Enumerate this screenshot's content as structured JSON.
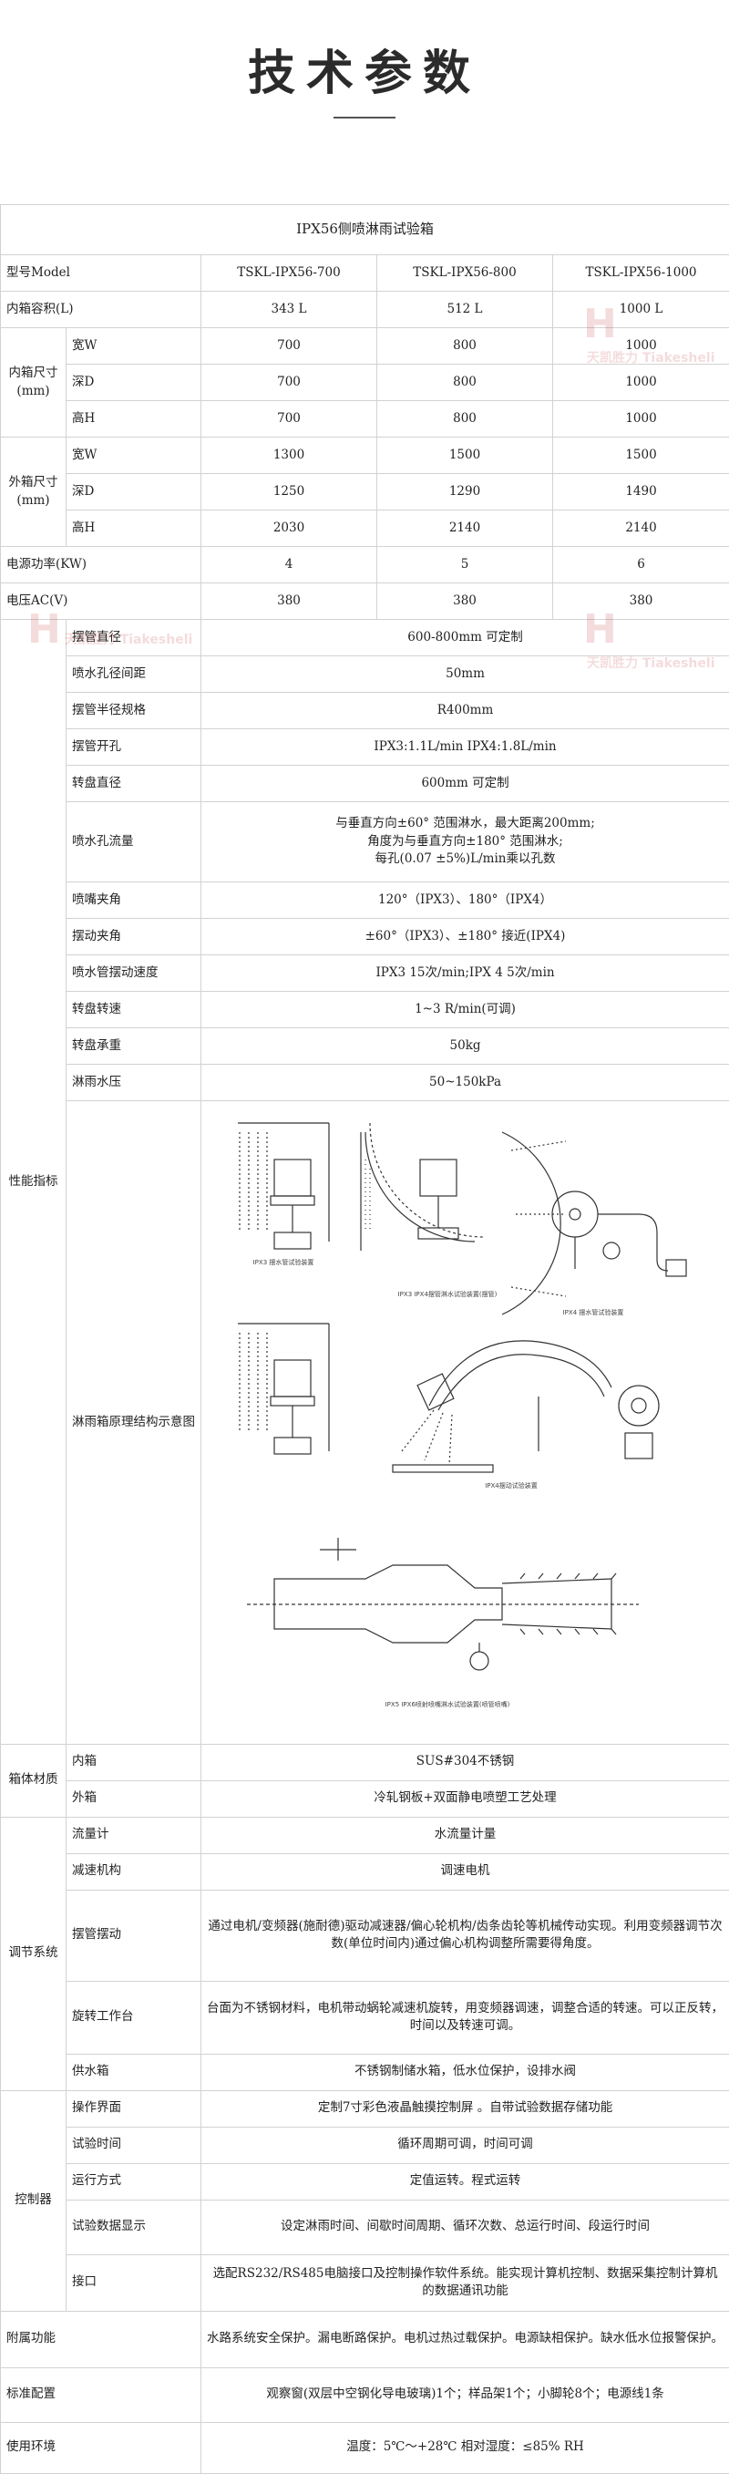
{
  "header": {
    "title": "技术参数"
  },
  "table": {
    "caption": "IPX56侧喷淋雨试验箱",
    "model_label": "型号Model",
    "models": [
      "TSKL-IPX56-700",
      "TSKL-IPX56-800",
      "TSKL-IPX56-1000"
    ],
    "volume": {
      "label": "内箱容积(L)",
      "values": [
        "343 L",
        "512 L",
        "1000 L"
      ]
    },
    "inner": {
      "label": "内箱尺寸(mm)",
      "rows": [
        {
          "sub": "宽W",
          "values": [
            "700",
            "800",
            "1000"
          ]
        },
        {
          "sub": "深D",
          "values": [
            "700",
            "800",
            "1000"
          ]
        },
        {
          "sub": "高H",
          "values": [
            "700",
            "800",
            "1000"
          ]
        }
      ]
    },
    "outer": {
      "label": "外箱尺寸(mm)",
      "rows": [
        {
          "sub": "宽W",
          "values": [
            "1300",
            "1500",
            "1500"
          ]
        },
        {
          "sub": "深D",
          "values": [
            "1250",
            "1290",
            "1490"
          ]
        },
        {
          "sub": "高H",
          "values": [
            "2030",
            "2140",
            "2140"
          ]
        }
      ]
    },
    "power": {
      "label": "电源功率(KW)",
      "values": [
        "4",
        "5",
        "6"
      ]
    },
    "voltage": {
      "label": "电压AC(V)",
      "values": [
        "380",
        "380",
        "380"
      ]
    },
    "performance": {
      "label": "性能指标",
      "rows": [
        {
          "k": "摆管直径",
          "v": "600-800mm 可定制"
        },
        {
          "k": "喷水孔径间距",
          "v": "50mm"
        },
        {
          "k": "摆管半径规格",
          "v": "R400mm"
        },
        {
          "k": "摆管开孔",
          "v": "IPX3:1.1L/min IPX4:1.8L/min"
        },
        {
          "k": "转盘直径",
          "v": "600mm 可定制"
        },
        {
          "k": "喷水孔流量",
          "v": "与垂直方向±60° 范围淋水，最大距离200mm;\n角度为与垂直方向±180° 范围淋水;\n每孔(0.07 ±5%)L/min乘以孔数"
        },
        {
          "k": "喷嘴夹角",
          "v": "120°（IPX3）、180°（IPX4）"
        },
        {
          "k": "摆动夹角",
          "v": "±60°（IPX3）、±180° 接近(IPX4)"
        },
        {
          "k": "喷水管摆动速度",
          "v": "IPX3 15次/min;IPX 4 5次/min"
        },
        {
          "k": "转盘转速",
          "v": "1~3 R/min(可调)"
        },
        {
          "k": "转盘承重",
          "v": "50kg"
        },
        {
          "k": "淋雨水压",
          "v": "50~150kPa"
        }
      ],
      "diagram_label": "淋雨箱原理结构示意图",
      "diagram_captions": {
        "fig1": "IPX3 摆水管试验装置",
        "fig2": "IPX3  IPX4摆管淋水试验装置(摆管)",
        "fig3": "IPX4 摆水管试验装置",
        "fig4": "IPX4摆动试验装置",
        "fig5": "IPX5  IPX6喷射喷嘴淋水试验装置(喷管喷嘴)"
      }
    },
    "material": {
      "label": "箱体材质",
      "rows": [
        {
          "k": "内箱",
          "v": "SUS#304不锈钢"
        },
        {
          "k": "外箱",
          "v": "冷轧钢板+双面静电喷塑工艺处理"
        }
      ]
    },
    "regulation": {
      "label": "调节系统",
      "rows": [
        {
          "k": "流量计",
          "v": "水流量计量"
        },
        {
          "k": "减速机构",
          "v": "调速电机"
        },
        {
          "k": "摆管摆动",
          "v": "通过电机/变频器(施耐德)驱动减速器/偏心轮机构/齿条齿轮等机械传动实现。利用变频器调节次数(单位时间内)通过偏心机构调整所需要得角度。"
        },
        {
          "k": "旋转工作台",
          "v": "台面为不锈钢材料，电机带动蜗轮减速机旋转，用变频器调速，调整合适的转速。可以正反转，时间以及转速可调。"
        },
        {
          "k": "供水箱",
          "v": "不锈钢制储水箱，低水位保护，设排水阀"
        }
      ]
    },
    "controller": {
      "label": "控制器",
      "rows": [
        {
          "k": "操作界面",
          "v": "定制7寸彩色液晶触摸控制屏 。自带试验数据存储功能"
        },
        {
          "k": "试验时间",
          "v": "循环周期可调，时间可调"
        },
        {
          "k": "运行方式",
          "v": "定值运转。程式运转"
        },
        {
          "k": "试验数据显示",
          "v": "设定淋雨时间、间歇时间周期、循环次数、总运行时间、段运行时间"
        },
        {
          "k": "接口",
          "v": "选配RS232/RS485电脑接口及控制操作软件系统。能实现计算机控制、数据采集控制计算机的数据通讯功能"
        }
      ]
    },
    "auxiliary": {
      "label": "附属功能",
      "v": "水路系统安全保护。漏电断路保护。电机过热过载保护。电源缺相保护。缺水低水位报警保护。"
    },
    "standard": {
      "label": "标准配置",
      "v": "观察窗(双层中空钢化导电玻璃)1个；样品架1个；小脚轮8个；电源线1条"
    },
    "environment": {
      "label": "使用环境",
      "v": "温度：5℃～+28℃ 相对湿度：≤85% RH"
    }
  },
  "watermark": {
    "mark": "H",
    "text": "天凯胜力 Tiakesheli"
  },
  "colors": {
    "watermark": "#c0282d",
    "border": "#d2d2d2",
    "title": "#2b2b2b"
  }
}
